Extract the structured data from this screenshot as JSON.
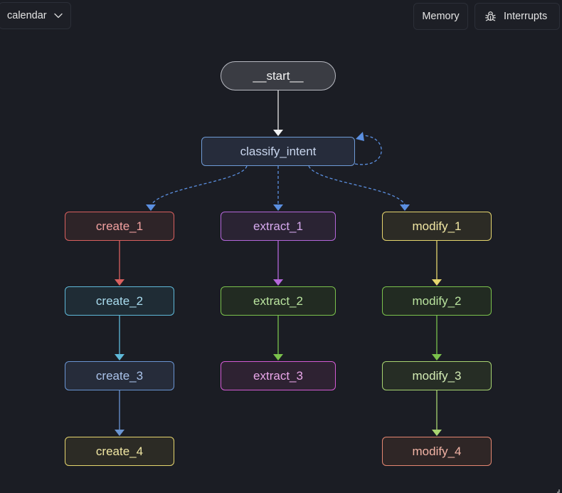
{
  "header": {
    "graph_selector": {
      "value": "calendar"
    },
    "memory_label": "Memory",
    "interrupts_label": "Interrupts"
  },
  "graph": {
    "nodes": {
      "start": "__start__",
      "classify_intent": "classify_intent",
      "create_1": "create_1",
      "create_2": "create_2",
      "create_3": "create_3",
      "create_4": "create_4",
      "extract_1": "extract_1",
      "extract_2": "extract_2",
      "extract_3": "extract_3",
      "modify_1": "modify_1",
      "modify_2": "modify_2",
      "modify_3": "modify_3",
      "modify_4": "modify_4"
    },
    "colors": {
      "red": "#d9605f",
      "cyan": "#5fb9d9",
      "blue": "#6a95d3",
      "yellow": "#e6d66e",
      "purple": "#b567db",
      "green": "#7bc24c",
      "yellow_green": "#a8d571",
      "magenta": "#d45bd4",
      "salmon": "#e58772",
      "conditional_edge": "#5b8fe0"
    },
    "edges": [
      {
        "from": "start",
        "to": "classify_intent",
        "type": "solid"
      },
      {
        "from": "classify_intent",
        "to": "classify_intent",
        "type": "conditional"
      },
      {
        "from": "classify_intent",
        "to": "create_1",
        "type": "conditional"
      },
      {
        "from": "classify_intent",
        "to": "extract_1",
        "type": "conditional"
      },
      {
        "from": "classify_intent",
        "to": "modify_1",
        "type": "conditional"
      },
      {
        "from": "create_1",
        "to": "create_2",
        "type": "solid"
      },
      {
        "from": "create_2",
        "to": "create_3",
        "type": "solid"
      },
      {
        "from": "create_3",
        "to": "create_4",
        "type": "solid"
      },
      {
        "from": "extract_1",
        "to": "extract_2",
        "type": "solid"
      },
      {
        "from": "extract_2",
        "to": "extract_3",
        "type": "solid"
      },
      {
        "from": "modify_1",
        "to": "modify_2",
        "type": "solid"
      },
      {
        "from": "modify_2",
        "to": "modify_3",
        "type": "solid"
      },
      {
        "from": "modify_3",
        "to": "modify_4",
        "type": "solid"
      }
    ]
  }
}
